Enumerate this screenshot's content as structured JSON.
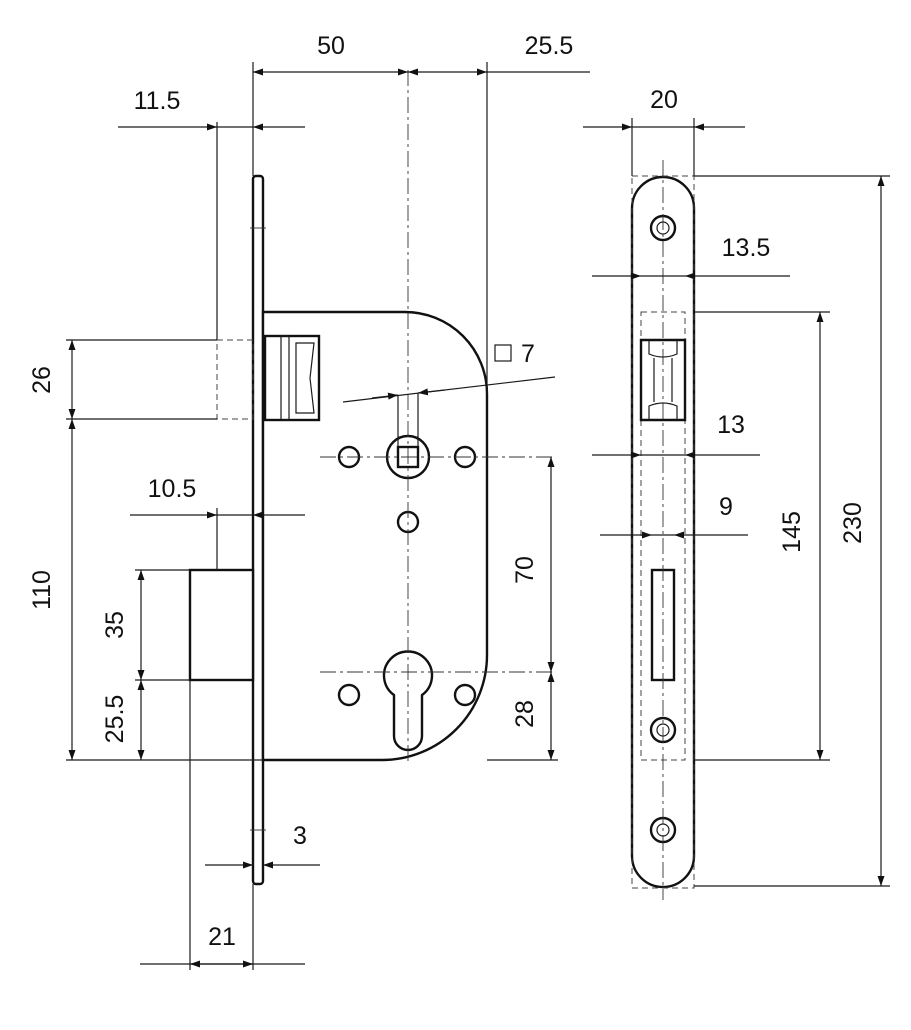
{
  "drawing": {
    "lock_body_dimensions": {
      "backset": "50",
      "bolt_projection": "25.5",
      "faceplate_offset": "11.5",
      "latch_height": "26",
      "bolt_offset": "10.5",
      "latch_to_bottom": "110",
      "bolt_height": "35",
      "bolt_to_bottom": "25.5",
      "spindle_to_cylinder": "70",
      "cylinder_to_bottom": "28",
      "faceplate_thickness": "3",
      "bolt_depth": "21",
      "spindle_square": "7"
    },
    "strike_plate_dimensions": {
      "width": "20",
      "inner_width": "13.5",
      "latch_window": "13",
      "bolt_window": "9",
      "window_span": "145",
      "total_length": "230"
    }
  }
}
